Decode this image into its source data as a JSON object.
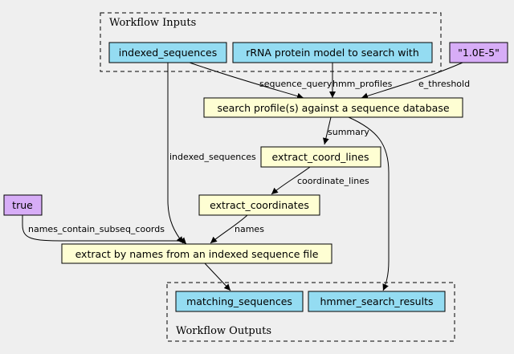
{
  "colors": {
    "input": "#94dcf2",
    "param": "#d7adf7",
    "step": "#fefed3",
    "output": "#94dcf2",
    "stroke": "#000000",
    "background": "#efefef"
  },
  "clusters": {
    "inputs": "Workflow Inputs",
    "outputs": "Workflow Outputs"
  },
  "nodes": {
    "indexed_sequences": "indexed_sequences",
    "rrna_model": "rRNA protein model to search with",
    "evalue": "\"1.0E-5\"",
    "true_param": "true",
    "search": "search profile(s) against a sequence database",
    "extract_coord_lines": "extract_coord_lines",
    "extract_coordinates": "extract_coordinates",
    "extract_by_names": "extract by names from an indexed sequence file",
    "matching_sequences": "matching_sequences",
    "hmmer_search_results": "hmmer_search_results"
  },
  "edges": {
    "sequence_query": "sequence_query",
    "hmm_profiles": "hmm_profiles",
    "e_threshold": "e_threshold",
    "summary": "summary",
    "indexed_sequences": "indexed_sequences",
    "coordinate_lines": "coordinate_lines",
    "names_contain_subseq_coords": "names_contain_subseq_coords",
    "names": "names"
  }
}
